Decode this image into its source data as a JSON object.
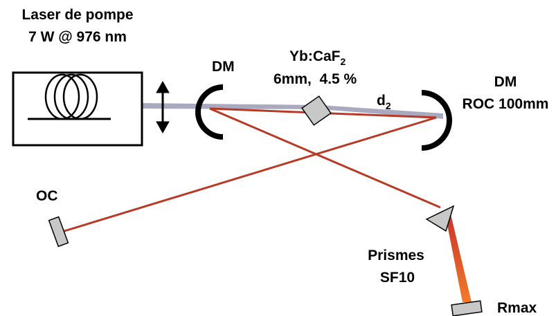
{
  "labels": {
    "pump_title": "Laser de pompe",
    "pump_spec": "7 W @ 976 nm",
    "dm1": "DM",
    "crystal_name": "Yb:CaF",
    "crystal_sub": "2",
    "crystal_spec": "6mm,  4.5 %",
    "d2_main": "d",
    "d2_sub": "2",
    "dm2": "DM",
    "dm2_roc": "ROC 100mm",
    "oc": "OC",
    "prism_name": "Prismes",
    "prism_glass": "SF10",
    "rmax": "Rmax"
  },
  "colors": {
    "laser_beam": "#b83a26",
    "pump_beam": "#9a9ab5",
    "optic_fill": "#c8c8c8",
    "outline": "#000000"
  }
}
